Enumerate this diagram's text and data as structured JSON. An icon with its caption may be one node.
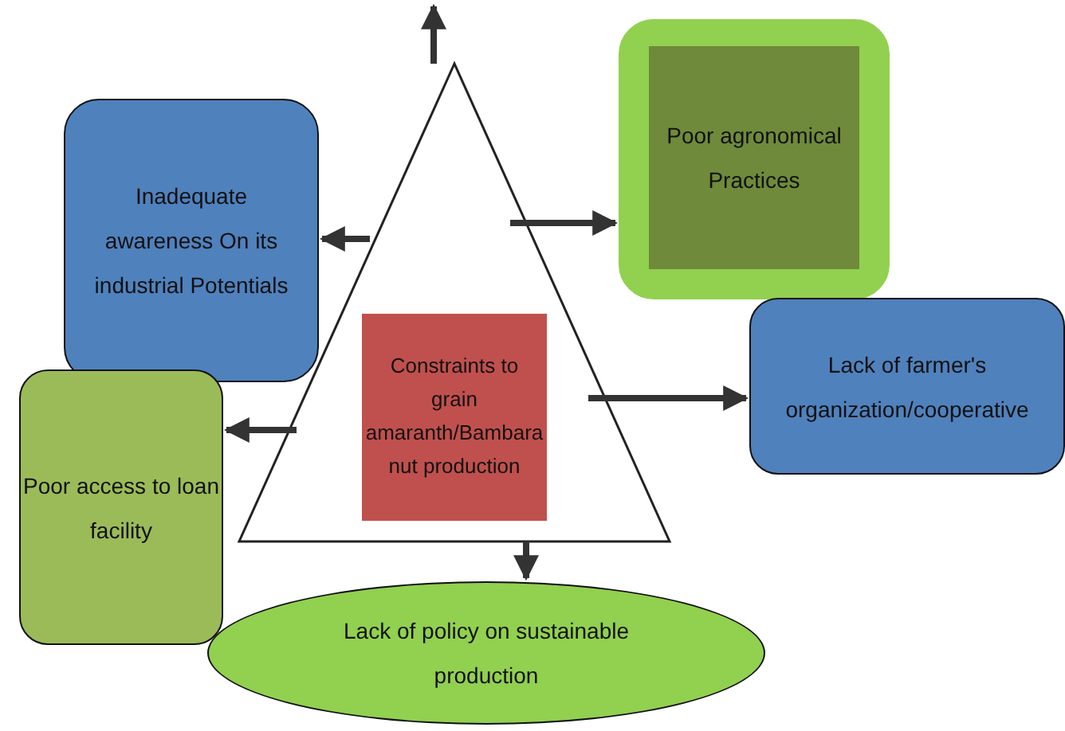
{
  "diagram": {
    "nodes": [
      {
        "text": [],
        "shape": "triangle"
      },
      {
        "text": [
          "Constraints to grain amaranth/Bambara nut production"
        ],
        "in": 0
      },
      {
        "text": [
          "Inadequate awareness On its industrial Potentials"
        ]
      },
      {
        "text": [
          "Poor agronomical Practices"
        ]
      },
      {
        "text": [
          "Lack of farmer's organization/cooperative"
        ]
      },
      {
        "text": [
          "Poor access to loan facility"
        ]
      },
      {
        "text": [
          "Lack of policy on sustainable production"
        ]
      }
    ],
    "edges": [
      {
        "from": 0,
        "to": null,
        "arrow": "to"
      },
      {
        "from": 0,
        "to": 3,
        "arrow": "to"
      },
      {
        "from": 0,
        "to": 2,
        "arrow": "to"
      },
      {
        "from": 0,
        "to": 4,
        "arrow": "to"
      },
      {
        "from": 0,
        "to": 5,
        "arrow": "to"
      },
      {
        "from": 0,
        "to": 6,
        "arrow": "to"
      }
    ]
  }
}
